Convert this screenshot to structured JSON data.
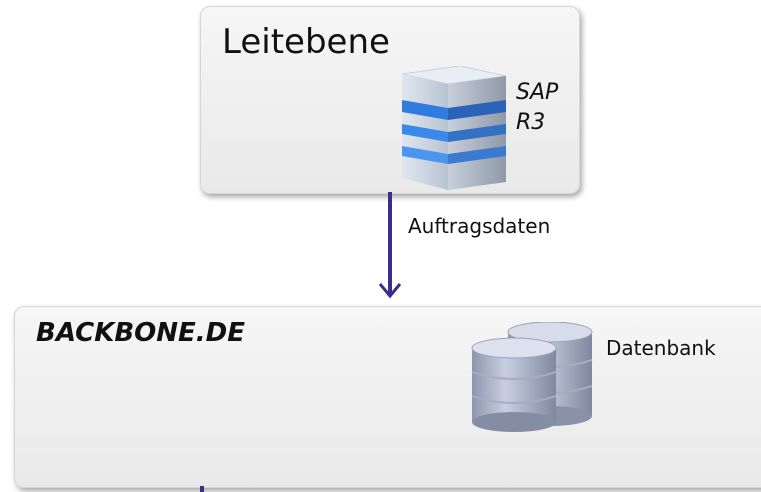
{
  "top_panel": {
    "title": "Leitebene",
    "server_label_line1": "SAP",
    "server_label_line2": "R3",
    "server_icon": "server-icon"
  },
  "connector": {
    "label": "Auftragsdaten",
    "color": "#3a2d8c"
  },
  "bottom_panel": {
    "title": "BACKBONE.DE",
    "database_label": "Datenbank",
    "database_icon": "database-icon"
  }
}
